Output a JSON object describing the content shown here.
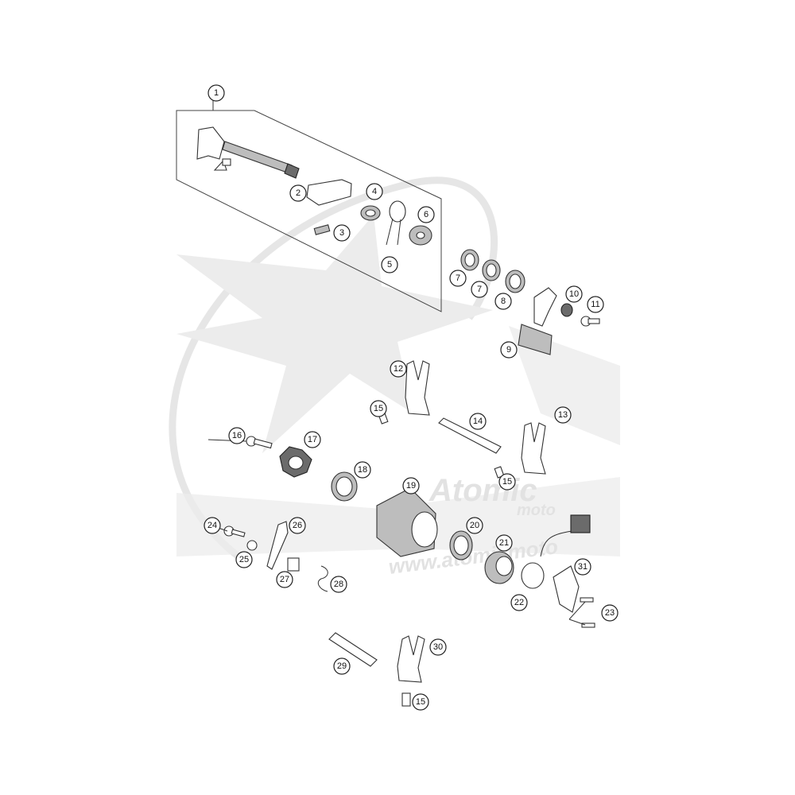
{
  "diagram": {
    "part_numbers": [
      "1",
      "2",
      "3",
      "4",
      "5",
      "6",
      "7",
      "7",
      "8",
      "9",
      "10",
      "11",
      "12",
      "13",
      "14",
      "15",
      "15",
      "15",
      "16",
      "17",
      "18",
      "19",
      "20",
      "21",
      "22",
      "23",
      "24",
      "25",
      "26",
      "27",
      "28",
      "29",
      "30",
      "31"
    ]
  },
  "watermark": {
    "logo_text": "Atomic",
    "logo_subtext": "moto",
    "url_text": "www.atomicmoto"
  }
}
